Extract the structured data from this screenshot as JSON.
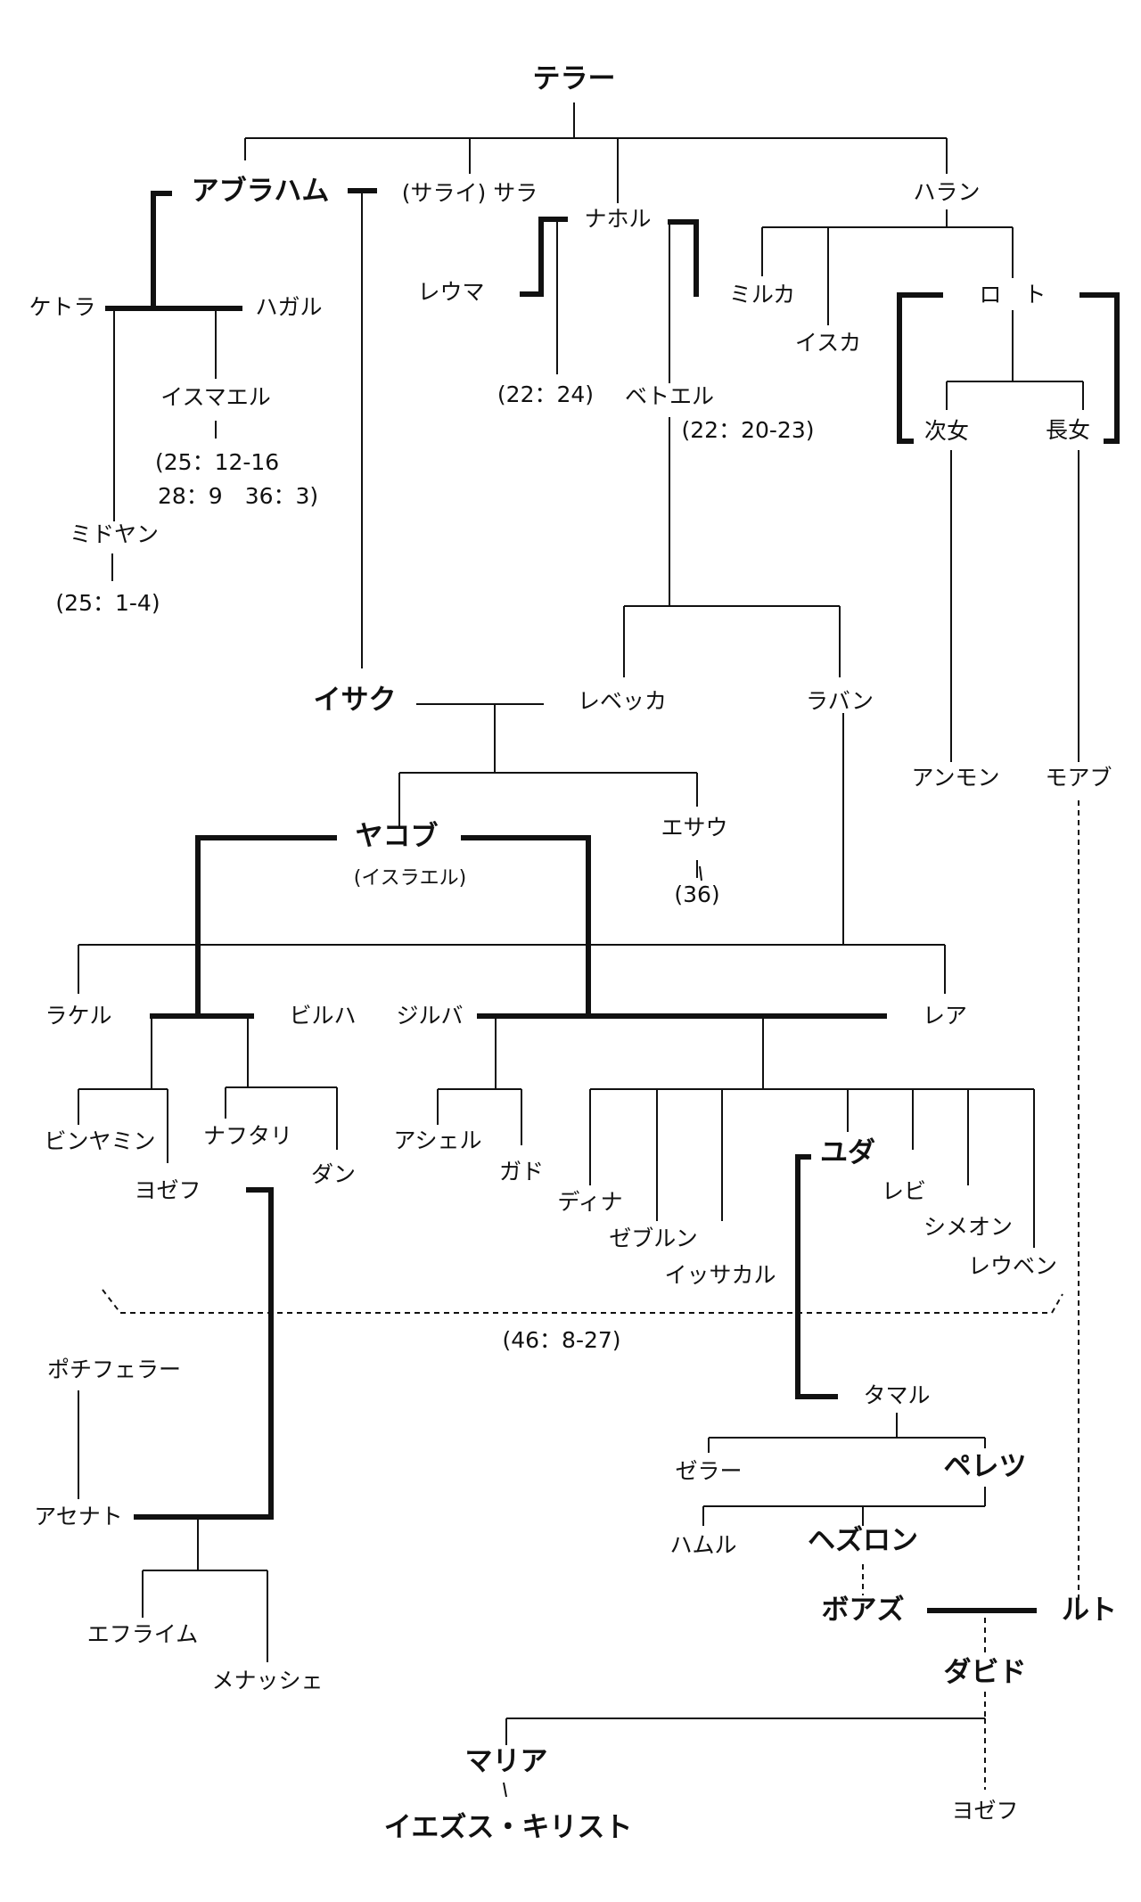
{
  "names": {
    "terah": "テラー",
    "abraham": "アブラハム",
    "sarai_sara": "(サライ) サラ",
    "nahor": "ナホル",
    "haran": "ハラン",
    "keturah": "ケトラ",
    "hagar": "ハガル",
    "reumah": "レウマ",
    "milcah": "ミルカ",
    "iscah": "イスカ",
    "lot": "ロ　ト",
    "ishmael": "イスマエル",
    "ref_ishmael_1": "(25：12-16",
    "ref_ishmael_2": "28：9　36：3)",
    "ref_reumah": "(22：24)",
    "bethuel": "ベトエル",
    "ref_bethuel": "(22：20-23)",
    "younger_daughter": "次女",
    "elder_daughter": "長女",
    "midian": "ミドヤン",
    "ref_midian": "(25：1-4)",
    "isaac": "イサク",
    "rebekah": "レベッカ",
    "laban": "ラバン",
    "ammon": "アンモン",
    "moab": "モアブ",
    "jacob": "ヤコブ",
    "israel": "(イスラエル)",
    "esau": "エサウ",
    "ref_esau": "(36)",
    "rachel": "ラケル",
    "bilhah": "ビルハ",
    "zilpah": "ジルバ",
    "leah": "レア",
    "benjamin": "ビンヤミン",
    "naphtali": "ナフタリ",
    "joseph": "ヨゼフ",
    "dan": "ダン",
    "asher": "アシェル",
    "gad": "ガド",
    "dinah": "ディナ",
    "zebulun": "ゼブルン",
    "issachar": "イッサカル",
    "judah": "ユダ",
    "levi": "レビ",
    "simeon": "シメオン",
    "reuben": "レウベン",
    "ref_genesis46": "(46：8-27)",
    "potiphera": "ポチフェラー",
    "tamar": "タマル",
    "zerah": "ゼラー",
    "perez": "ペレツ",
    "asenath": "アセナト",
    "hamul": "ハムル",
    "hezron": "ヘズロン",
    "ephraim": "エフライム",
    "manasseh": "メナッシェ",
    "boaz": "ボアズ",
    "ruth": "ルト",
    "david": "ダビド",
    "mary": "マリア",
    "jesus": "イエズス・キリスト",
    "joseph_nt": "ヨゼフ"
  }
}
